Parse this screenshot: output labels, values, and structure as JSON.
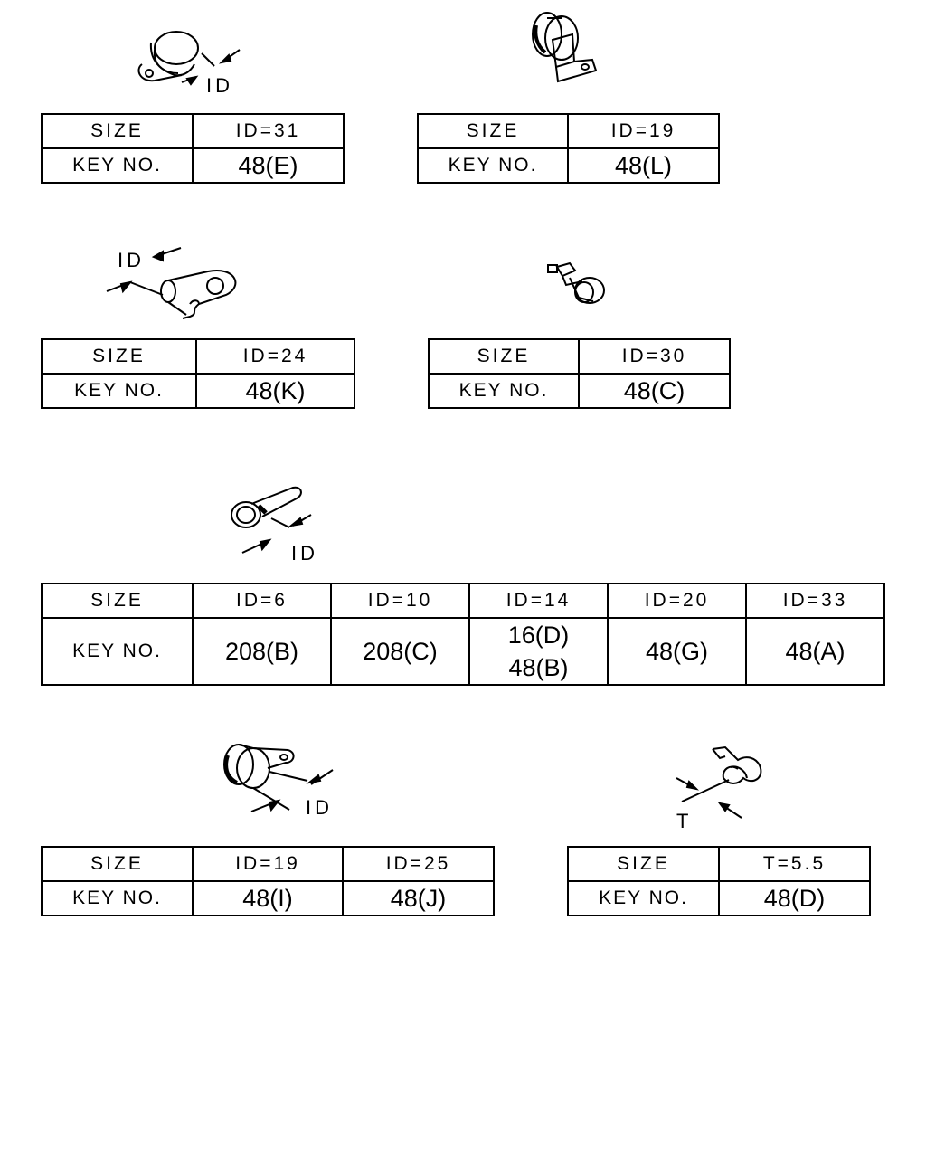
{
  "labels": {
    "size": "SIZE",
    "key_no": "KEY NO.",
    "dim_id": "ID",
    "dim_t": "T"
  },
  "clips": [
    {
      "sizes": [
        "ID=31"
      ],
      "keys": [
        "48(E)"
      ]
    },
    {
      "sizes": [
        "ID=19"
      ],
      "keys": [
        "48(L)"
      ]
    },
    {
      "sizes": [
        "ID=24"
      ],
      "keys": [
        "48(K)"
      ]
    },
    {
      "sizes": [
        "ID=30"
      ],
      "keys": [
        "48(C)"
      ]
    },
    {
      "sizes": [
        "ID=6",
        "ID=10",
        "ID=14",
        "ID=20",
        "ID=33"
      ],
      "keys": [
        [
          "208(B)"
        ],
        [
          "208(C)"
        ],
        [
          "16(D)",
          "48(B)"
        ],
        [
          "48(G)"
        ],
        [
          "48(A)"
        ]
      ]
    },
    {
      "sizes": [
        "ID=19",
        "ID=25"
      ],
      "keys": [
        "48(I)",
        "48(J)"
      ]
    },
    {
      "sizes": [
        "T=5.5"
      ],
      "keys": [
        "48(D)"
      ]
    }
  ],
  "icons": [
    "p-clamp-icon",
    "loop-clamp-bracket-icon",
    "flat-clamp-icon",
    "small-clip-icon",
    "cushioned-clamp-tab-icon",
    "cushioned-clamp-icon",
    "spring-clip-icon"
  ]
}
